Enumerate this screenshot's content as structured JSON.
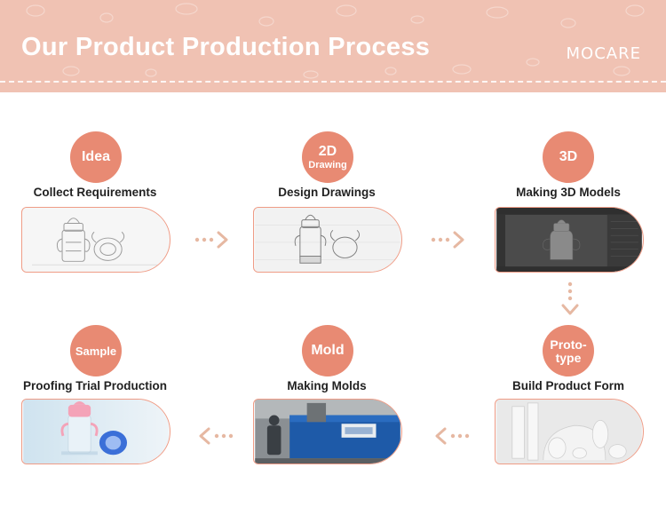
{
  "header": {
    "title": "Our Product Production Process",
    "brand": "MOCARE"
  },
  "colors": {
    "header_bg": "#f0c2b3",
    "accent": "#e88a73",
    "card_border": "#ef9c86",
    "arrow": "#e6b8a2"
  },
  "steps": [
    {
      "badge_line1": "Idea",
      "badge_line2": "",
      "title": "Collect Requirements",
      "image": "baby-bottle-sketch"
    },
    {
      "badge_line1": "2D",
      "badge_line2": "Drawing",
      "title": "Design Drawings",
      "image": "bottle-drawing"
    },
    {
      "badge_line1": "3D",
      "badge_line2": "",
      "title": "Making 3D Models",
      "image": "3d-software-screen"
    },
    {
      "badge_line1": "Proto-",
      "badge_line2": "type",
      "title": "Build Product Form",
      "image": "white-prototypes"
    },
    {
      "badge_line1": "Mold",
      "badge_line2": "",
      "title": "Making Molds",
      "image": "injection-molding-machine"
    },
    {
      "badge_line1": "Sample",
      "badge_line2": "",
      "title": "Proofing Trial Production",
      "image": "sample-sippy-cups"
    }
  ]
}
